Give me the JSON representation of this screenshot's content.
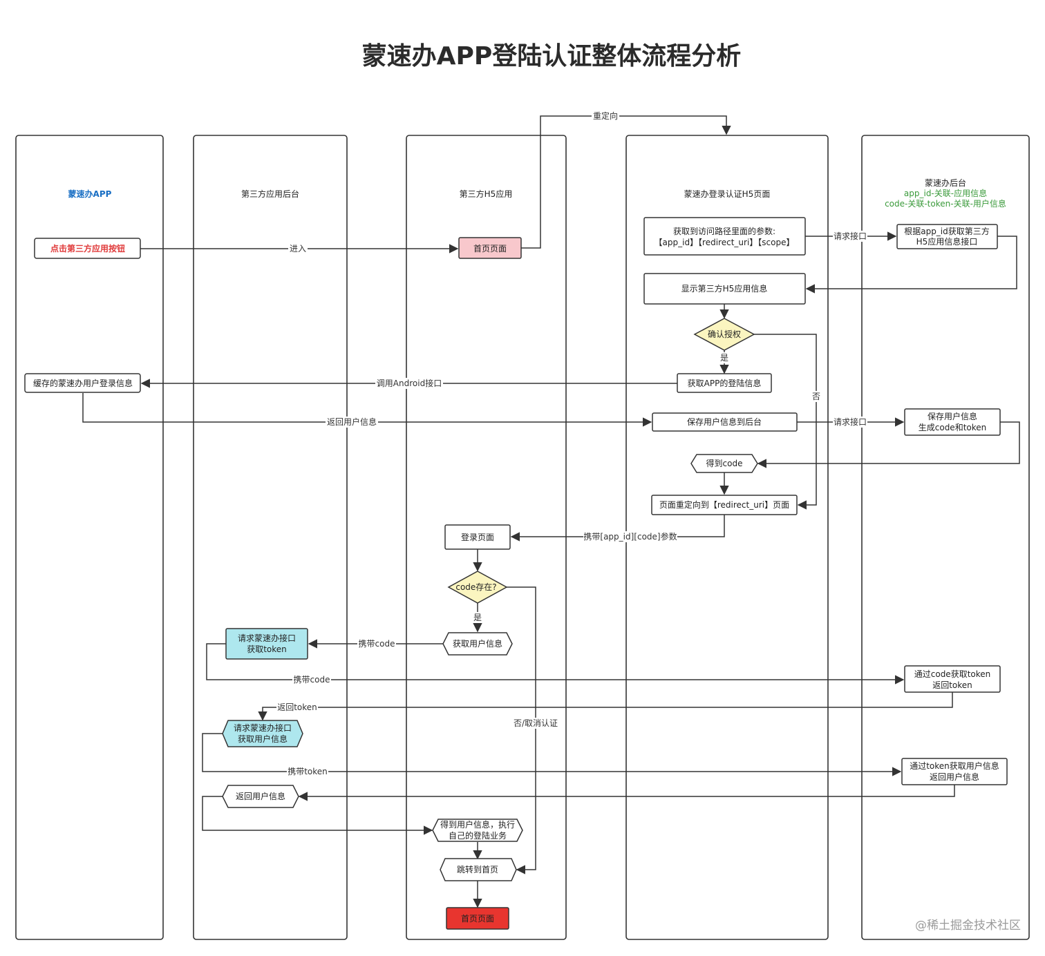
{
  "title": "蒙速办APP登陆认证整体流程分析",
  "watermark": "@稀土掘金技术社区",
  "colors": {
    "stroke": "#333333",
    "blue_text": "#1a6fc4",
    "red_text": "#e03a3a",
    "green_text": "#3a9a3a",
    "pink_fill": "#f8c8cc",
    "cyan_fill": "#aee7ee",
    "diamond_fill": "#fbf5c0",
    "red_fill": "#e8352f"
  },
  "lanes": {
    "app": {
      "title": "蒙速办APP"
    },
    "backend": {
      "title": "第三方应用后台"
    },
    "h5": {
      "title": "第三方H5应用"
    },
    "login": {
      "title": "蒙速办登录认证H5页面"
    },
    "server": {
      "title": "蒙速办后台",
      "line2": "app_id-关联-应用信息",
      "line3": "code-关联-token-关联-用户信息"
    }
  },
  "nodes": {
    "click_btn": "点击第三方应用按钮",
    "home1": "首页页面",
    "get_params": {
      "line1": "获取到访问路径里面的参数:",
      "line2": "【app_id】【redirect_uri】【scope】"
    },
    "get_app_info": {
      "line1": "根据app_id获取第三方",
      "line2": "H5应用信息接口"
    },
    "show_info": "显示第三方H5应用信息",
    "confirm": "确认授权",
    "get_login": "获取APP的登陆信息",
    "cached": "缓存的蒙速办用户登录信息",
    "save_user": "保存用户信息到后台",
    "save_gen": {
      "line1": "保存用户信息",
      "line2": "生成code和token"
    },
    "get_code": "得到code",
    "redirect": "页面重定向到【redirect_uri】页面",
    "login_page": "登录页面",
    "code_exists": "code存在?",
    "fetch_user": "获取用户信息",
    "req_token": {
      "line1": "请求蒙速办接口",
      "line2": "获取token"
    },
    "code_token": {
      "line1": "通过code获取token",
      "line2": "返回token"
    },
    "req_user": {
      "line1": "请求蒙速办接口",
      "line2": "获取用户信息"
    },
    "token_user": {
      "line1": "通过token获取用户信息",
      "line2": "返回用户信息"
    },
    "return_user": "返回用户信息",
    "got_user": {
      "line1": "得到用户信息，执行",
      "line2": "自己的登陆业务"
    },
    "jump_home": "跳转到首页",
    "home2": "首页页面"
  },
  "edges": {
    "enter": "进入",
    "redirect": "重定向",
    "request1": "请求接口",
    "yes1": "是",
    "no1": "否",
    "android": "调用Android接口",
    "return_user": "返回用户信息",
    "request2": "请求接口",
    "carry_params": "携带[app_id][code]参数",
    "yes2": "是",
    "carry_code1": "携带code",
    "carry_code2": "携带code",
    "return_token": "返回token",
    "no_cancel": "否/取消认证",
    "carry_token": "携带token"
  }
}
